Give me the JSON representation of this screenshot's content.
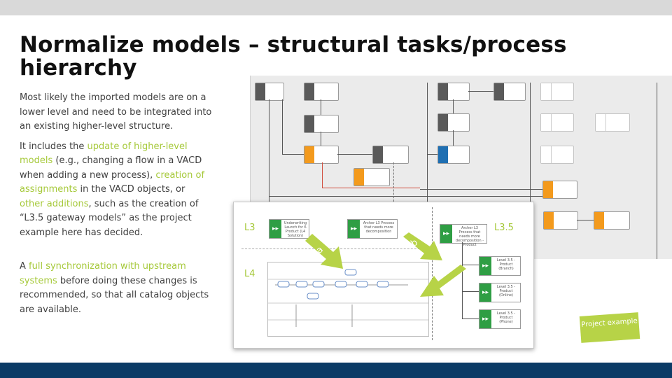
{
  "slide": {
    "title": "Normalize models – structural tasks/process hierarchy",
    "paragraph1": "Most likely the imported models are on a lower level and need to be integrated into an existing higher-level structure.",
    "p2_a": "It includes the ",
    "p2_h1": "update of higher-level models",
    "p2_b": " (e.g., changing a flow in a VACD when adding a new process), ",
    "p2_h2": "creation of assignments",
    "p2_c": " in the VACD objects, or ",
    "p2_h3": "other additions",
    "p2_d": ", such as the creation of “L3.5 gateway models” as the project example here has decided.",
    "p3_a": "A ",
    "p3_h": "full synchronization with upstream systems",
    "p3_b": " before doing these changes is recommended, so that  all catalog objects are available.",
    "sticky_note": "Project example"
  },
  "inset": {
    "label_l3": "L3",
    "label_l4": "L4",
    "label_l35": "L3.5",
    "arrow_a": "a",
    "arrow_b": "b",
    "box1": "Underwriting Launch for 6 Product (L4 Solution)",
    "box2": "Archer L3 Process that needs more decomposition",
    "box3": "Archer L3 Process that needs more decomposition - Product",
    "l35_items": [
      "Level 3.5 - Product (Branch)",
      "Level 3.5 - Product (Online)",
      "Level 3.5 - Product (Phone)"
    ]
  },
  "colors": {
    "accent_green": "#a6c93a",
    "footer_blue": "#0b3b66",
    "node_orange": "#f39a1d"
  }
}
